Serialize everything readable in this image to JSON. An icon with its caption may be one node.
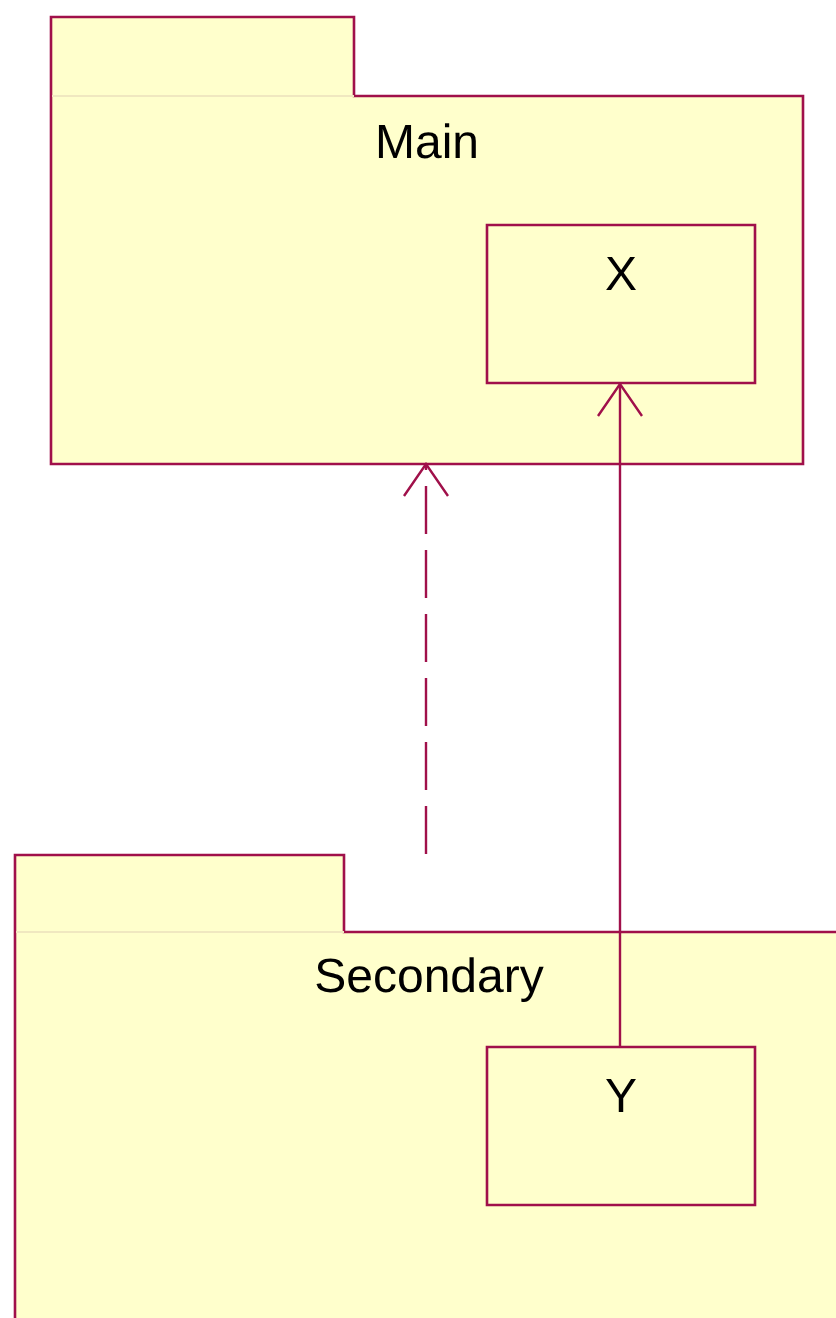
{
  "diagram": {
    "nodes": [
      {
        "text": [
          "Main"
        ]
      },
      {
        "text": [
          "X"
        ],
        "in": 0
      },
      {
        "text": [
          "Secondary"
        ]
      },
      {
        "text": [
          "Y"
        ],
        "in": 2
      }
    ],
    "edges": [
      {
        "from": 2,
        "to": 0,
        "arrow": "to",
        "style": "dashed"
      },
      {
        "from": 3,
        "to": 1,
        "arrow": "to"
      }
    ]
  }
}
